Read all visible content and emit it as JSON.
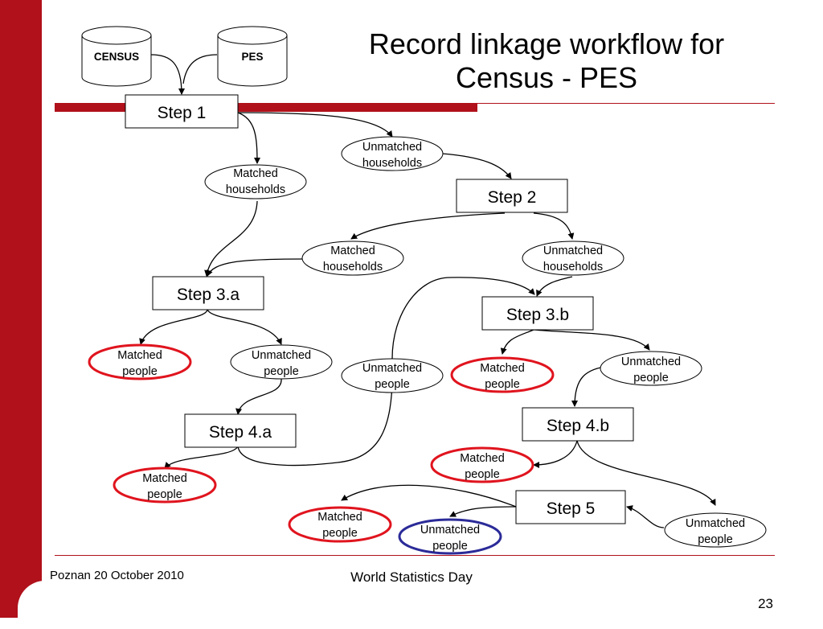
{
  "slide": {
    "title_line1": "Record linkage workflow for",
    "title_line2": "Census - PES",
    "footer_left": "Poznan 20 October 2010",
    "footer_center": "World Statistics Day",
    "page_number": "23",
    "accent_color": "#b0111b"
  },
  "diagram": {
    "sources": {
      "census": "CENSUS",
      "pes": "PES"
    },
    "steps": {
      "step1": "Step 1",
      "step2": "Step 2",
      "step3a": "Step 3.a",
      "step3b": "Step 3.b",
      "step4a": "Step 4.a",
      "step4b": "Step 4.b",
      "step5": "Step 5"
    },
    "outcomes": {
      "step1_matched": [
        "Matched",
        "households"
      ],
      "step1_unmatched": [
        "Unmatched",
        "households"
      ],
      "step2_matched": [
        "Matched",
        "households"
      ],
      "step2_unmatched": [
        "Unmatched",
        "households"
      ],
      "step3a_matched": [
        "Matched",
        "people"
      ],
      "step3a_unmatched": [
        "Unmatched",
        "people"
      ],
      "step4a_matched": [
        "Matched",
        "people"
      ],
      "step4a_unmatched": [
        "Unmatched",
        "people"
      ],
      "step3b_matched": [
        "Matched",
        "people"
      ],
      "step3b_unmatched": [
        "Unmatched",
        "people"
      ],
      "step4b_matched": [
        "Matched",
        "people"
      ],
      "step4b_unmatched": [
        "Unmatched",
        "people"
      ],
      "step5_matched": [
        "Matched",
        "people"
      ],
      "step5_unmatched": [
        "Unmatched",
        "people"
      ]
    },
    "colors": {
      "final_matched_outline": "#e0141e",
      "final_unmatched_outline": "#2b2b99"
    }
  }
}
